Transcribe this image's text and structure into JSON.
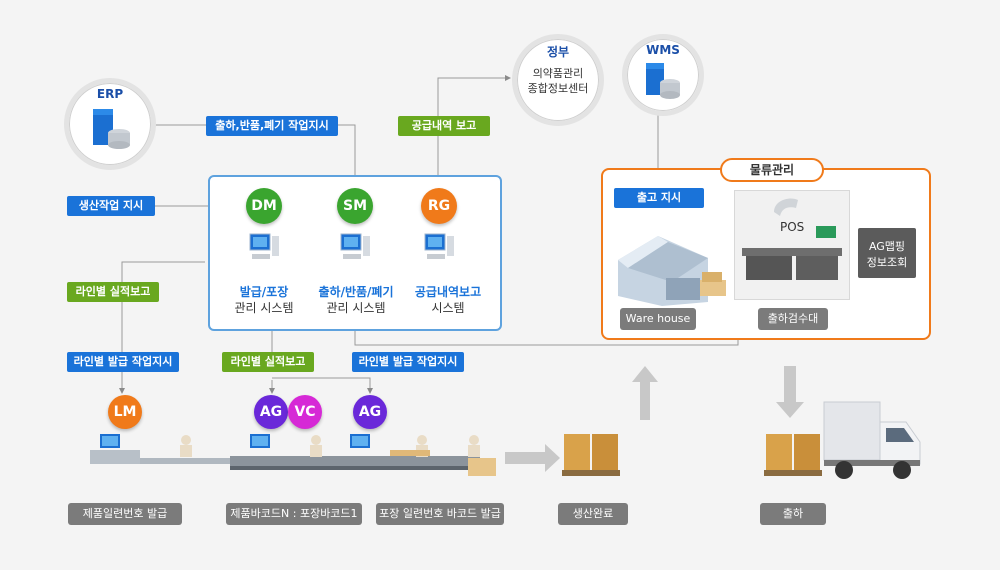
{
  "erp": {
    "title": "ERP"
  },
  "gov": {
    "title": "정부",
    "line1": "의약품관리",
    "line2": "종합정보센터"
  },
  "wms": {
    "title": "WMS"
  },
  "tags": {
    "erp_order": "출하,반품,폐기 작업지시",
    "production_order": "생산작업 지시",
    "supply_report": "공급내역 보고",
    "line_result_left": "라인별 실적보고",
    "line_issue_left": "라인별 발급 작업지시",
    "line_result_mid": "라인별 실적보고",
    "line_issue_mid": "라인별 발급 작업지시",
    "outbound_order": "출고 지시"
  },
  "systems": {
    "dm": {
      "code": "DM",
      "label1": "발급/포장",
      "label2": "관리 시스템"
    },
    "sm": {
      "code": "SM",
      "label1": "출하/반품/폐기",
      "label2": "관리 시스템"
    },
    "rg": {
      "code": "RG",
      "label1": "공급내역보고",
      "label2": "시스템"
    }
  },
  "logistics": {
    "title": "물류관리",
    "pos": "POS",
    "ag_line1": "AG맵핑",
    "ag_line2": "정보조회",
    "warehouse": "Ware house",
    "inspection": "출하검수대"
  },
  "line_nodes": {
    "lm": "LM",
    "ag1": "AG",
    "vc": "VC",
    "ag2": "AG"
  },
  "bottom": {
    "b1": "제품일련번호 발급",
    "b2": "제품바코드N : 포장바코드1",
    "b3": "포장 일련번호 바코드 발급",
    "b4": "생산완료",
    "b5": "출하"
  },
  "colors": {
    "blue": "#1a73d9",
    "green": "#69a81f",
    "orange": "#f07a1a",
    "purple": "#6a28d9",
    "magenta": "#d629d6"
  }
}
